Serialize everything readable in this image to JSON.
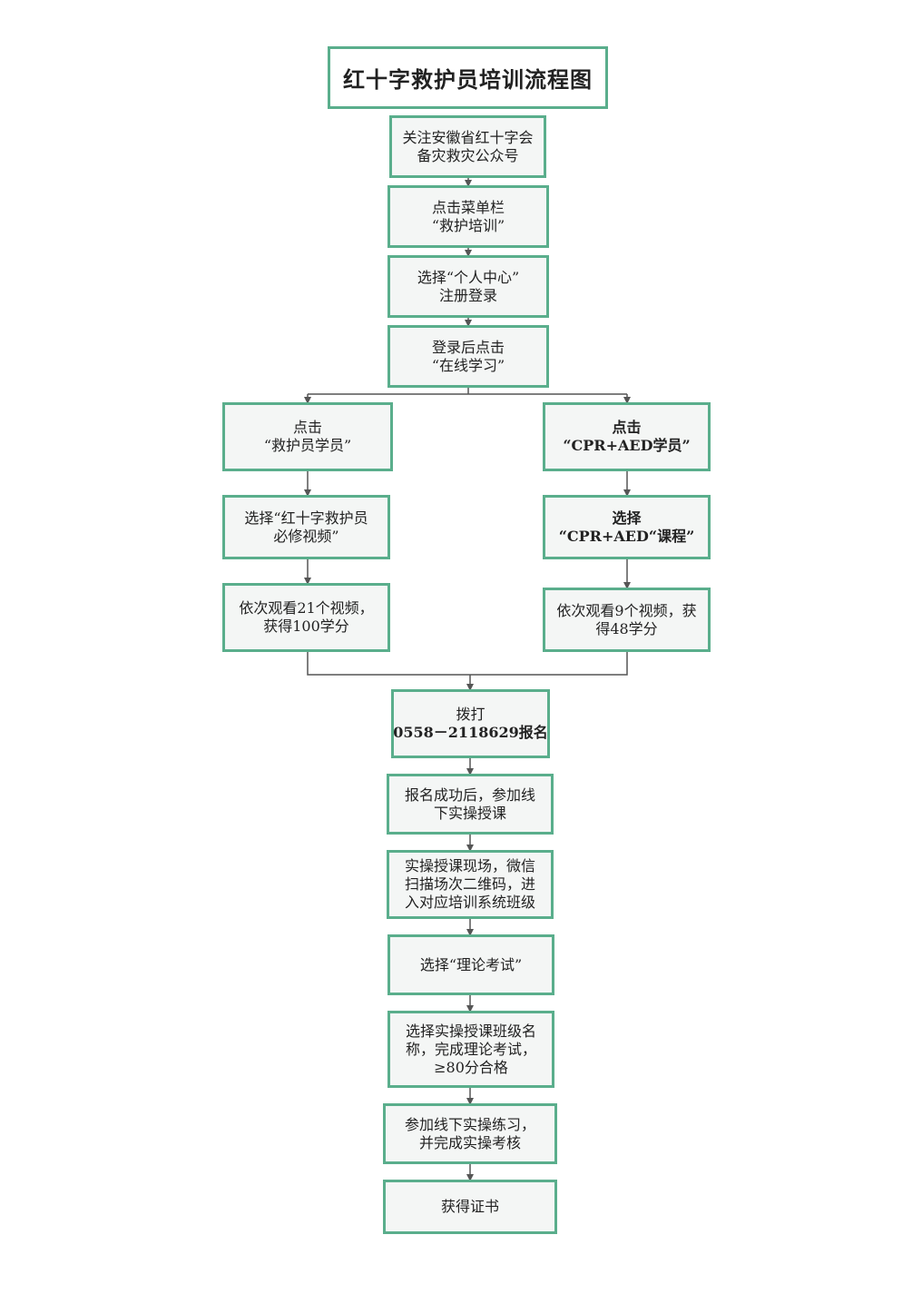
{
  "title": "红十字救护员培训流程图",
  "colors": {
    "box_border": "#5aae8c",
    "box_fill": "#f4f6f5",
    "connector": "#555555"
  },
  "steps": {
    "s1": [
      "关注安徽省红十字会",
      "备灾救灾公众号"
    ],
    "s2": [
      "点击菜单栏",
      "“救护培训”"
    ],
    "s3": [
      "选择“个人中心”",
      "注册登录"
    ],
    "s4": [
      "登录后点击",
      "“在线学习”"
    ],
    "left1": [
      "点击",
      "“救护员学员”"
    ],
    "left2": [
      "选择“红十字救护员",
      "必修视频”"
    ],
    "left3": [
      "依次观看21个视频，",
      "获得100学分"
    ],
    "right1": [
      "点击",
      "“CPR+AED学员”"
    ],
    "right2": [
      "选择",
      "“CPR+AED“课程”"
    ],
    "right3": [
      "依次观看9个视频，获",
      "得48学分"
    ],
    "s5": [
      "拨打",
      "0558－2118629报名"
    ],
    "s6": [
      "报名成功后，参加线",
      "下实操授课"
    ],
    "s7": [
      "实操授课现场，微信",
      "扫描场次二维码，进",
      "入对应培训系统班级"
    ],
    "s8": [
      "选择“理论考试”"
    ],
    "s9": [
      "选择实操授课班级名",
      "称，完成理论考试，",
      "≥80分合格"
    ],
    "s10": [
      "参加线下实操练习，",
      "并完成实操考核"
    ],
    "s11": [
      "获得证书"
    ]
  }
}
